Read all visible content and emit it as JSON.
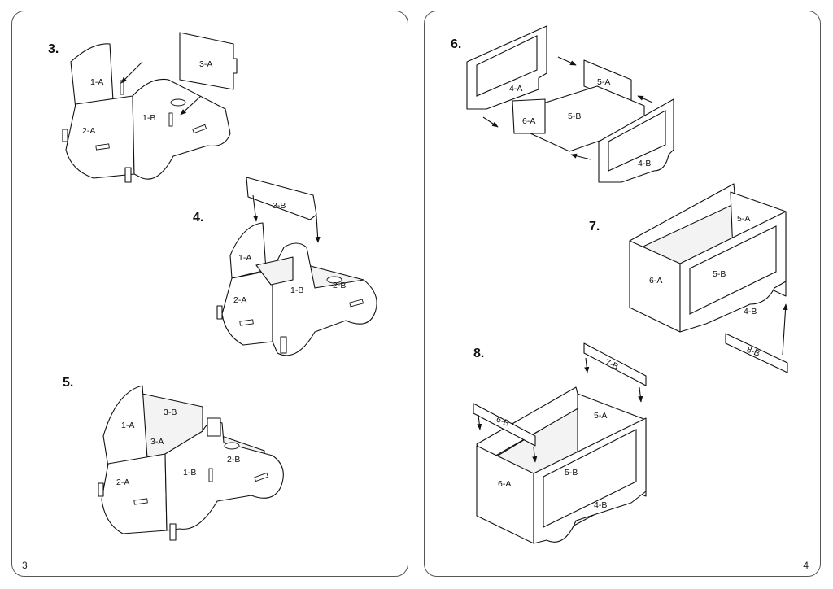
{
  "pages": [
    {
      "number": "3",
      "steps": [
        {
          "label": "3.",
          "parts": [
            "1-A",
            "3-A",
            "1-B",
            "2-A"
          ]
        },
        {
          "label": "4.",
          "parts": [
            "3-B",
            "1-A",
            "1-B",
            "2-B",
            "2-A"
          ]
        },
        {
          "label": "5.",
          "parts": [
            "1-A",
            "3-B",
            "3-A",
            "1-B",
            "2-B",
            "2-A"
          ]
        }
      ]
    },
    {
      "number": "4",
      "steps": [
        {
          "label": "6.",
          "parts": [
            "4-A",
            "5-A",
            "6-A",
            "5-B",
            "4-B"
          ]
        },
        {
          "label": "7.",
          "parts": [
            "5-A",
            "6-A",
            "5-B",
            "4-B",
            "8-B"
          ]
        },
        {
          "label": "8.",
          "parts": [
            "7-B",
            "6-B",
            "5-A",
            "5-B",
            "6-A",
            "4-B"
          ]
        }
      ]
    }
  ]
}
